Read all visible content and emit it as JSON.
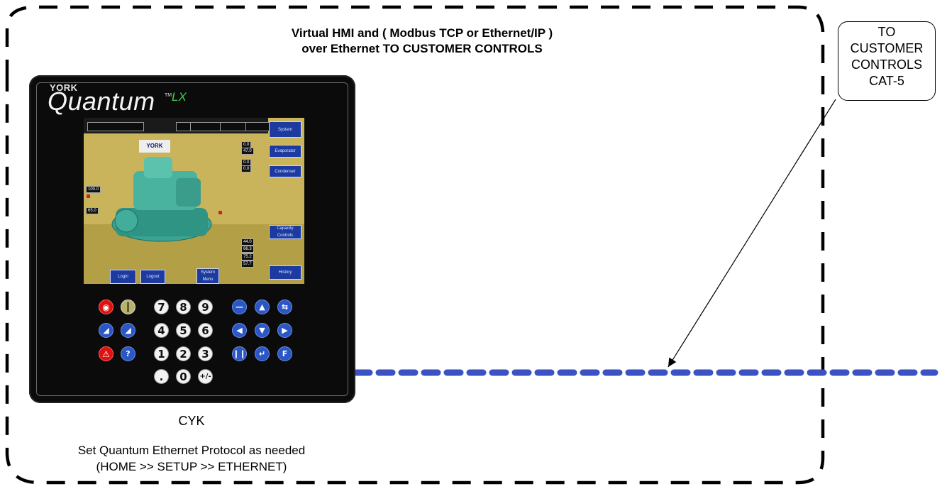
{
  "title": {
    "line1": "Virtual HMI and ( Modbus TCP or Ethernet/IP )",
    "line2": "over Ethernet TO CUSTOMER CONTROLS"
  },
  "callout": {
    "line1": "TO",
    "line2": "CUSTOMER",
    "line3": "CONTROLS",
    "line4": "CAT-5"
  },
  "hmi": {
    "brand_york": "YORK",
    "brand_product": "Quantum",
    "brand_tm": "TM",
    "brand_suffix": "LX",
    "screen": {
      "york_logo": "YORK",
      "buttons": [
        "System",
        "Evaporator",
        "Condenser",
        "Capacity Controls",
        "History",
        "Login",
        "Logout",
        "System Menu"
      ],
      "values": [
        "0.0",
        "47.0",
        "0.0",
        "0.0",
        "44.0",
        "66.3",
        "75.2",
        "57.7",
        "100.0",
        "65.0"
      ]
    },
    "keys": {
      "row1": [
        "7",
        "8",
        "9"
      ],
      "row2": [
        "4",
        "5",
        "6"
      ],
      "row3": [
        "1",
        "2",
        "3"
      ],
      "row4": [
        ".",
        "0",
        "+/-"
      ]
    }
  },
  "captions": {
    "unit": "CYK",
    "protocol": "Set Quantum Ethernet Protocol as needed",
    "path": "(HOME >> SETUP >> ETHERNET)"
  },
  "colors": {
    "ethernet_line": "#3a52c4",
    "frame": "#000000",
    "screen_button": "#1c3aa0"
  }
}
